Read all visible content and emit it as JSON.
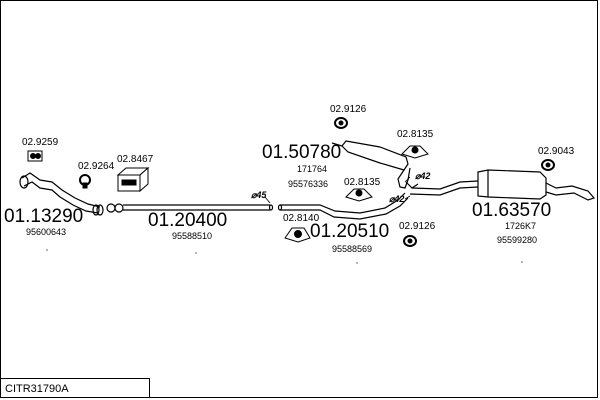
{
  "sheet": {
    "reference": "CITR31790A"
  },
  "parts": {
    "front_pipe": {
      "number": "01.13290",
      "oe": "95600643"
    },
    "middle_pipe": {
      "number": "01.20400",
      "oe": "95588510"
    },
    "middle_silencer": {
      "number": "01.50780",
      "alt": "171764",
      "oe": "95576336"
    },
    "connecting_pipe": {
      "number": "01.20510",
      "oe": "95588569"
    },
    "rear_silencer": {
      "number": "01.63570",
      "alt": "1726K7",
      "oe": "95599280"
    }
  },
  "accessories": {
    "gasket_front": "02.9259",
    "clamp_front": "02.9264",
    "mounting_kit": "02.8467",
    "rubber_mount_a": "02.9126",
    "rubber_mount_b": "02.8135",
    "rubber_mount_c": "02.8135",
    "rubber_mount_d": "02.8140",
    "rubber_mount_e": "02.9126",
    "rubber_mount_f": "02.9043"
  },
  "diameters": {
    "d45": "⌀45",
    "d42_top": "⌀42",
    "d42_mid": "⌀42"
  },
  "icons": [
    "gasket-icon",
    "clamp-icon",
    "mounting-kit-icon",
    "rubber-mount-icon"
  ]
}
